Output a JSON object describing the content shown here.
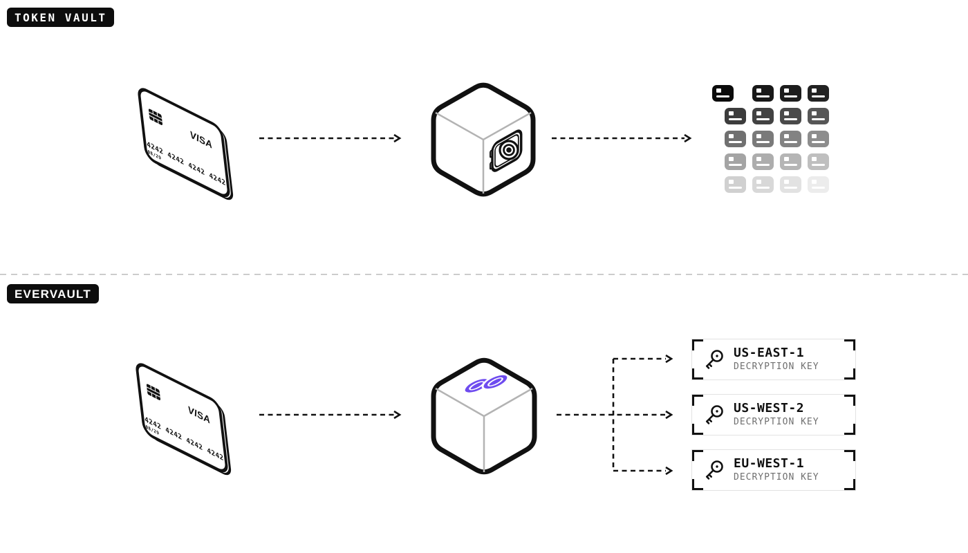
{
  "badges": {
    "token_vault": "TOKEN VAULT",
    "evervault": "EVERVAULT"
  },
  "card": {
    "brand": "VISA",
    "number": "4242 4242 4242 4242",
    "expiry": "08/29"
  },
  "token_grid": {
    "rows": 5,
    "cols": 4,
    "shades": [
      "#0b0b0b",
      "#181818",
      "#1d1d1d",
      "#222222",
      "#3c3c3c",
      "#424242",
      "#4a4a4a",
      "#565656",
      "#707070",
      "#7a7a7a",
      "#838383",
      "#8d8d8d",
      "#a4a4a4",
      "#adadad",
      "#b5b5b5",
      "#bfbfbf",
      "#d0d0d0",
      "#d8d8d8",
      "#e2e2e2",
      "#ececec"
    ]
  },
  "decryption_regions": [
    {
      "name": "US-EAST-1",
      "label": "DECRYPTION KEY"
    },
    {
      "name": "US-WEST-2",
      "label": "DECRYPTION KEY"
    },
    {
      "name": "EU-WEST-1",
      "label": "DECRYPTION KEY"
    }
  ],
  "colors": {
    "ink": "#111111",
    "badge_bg": "#0d0d0d",
    "accent_purple": "#6e4bef",
    "muted_text": "#6f6f6f",
    "divider": "#cccccc",
    "cube_edge_gray": "#b3b3b3",
    "box_border": "#e2e2e2"
  }
}
